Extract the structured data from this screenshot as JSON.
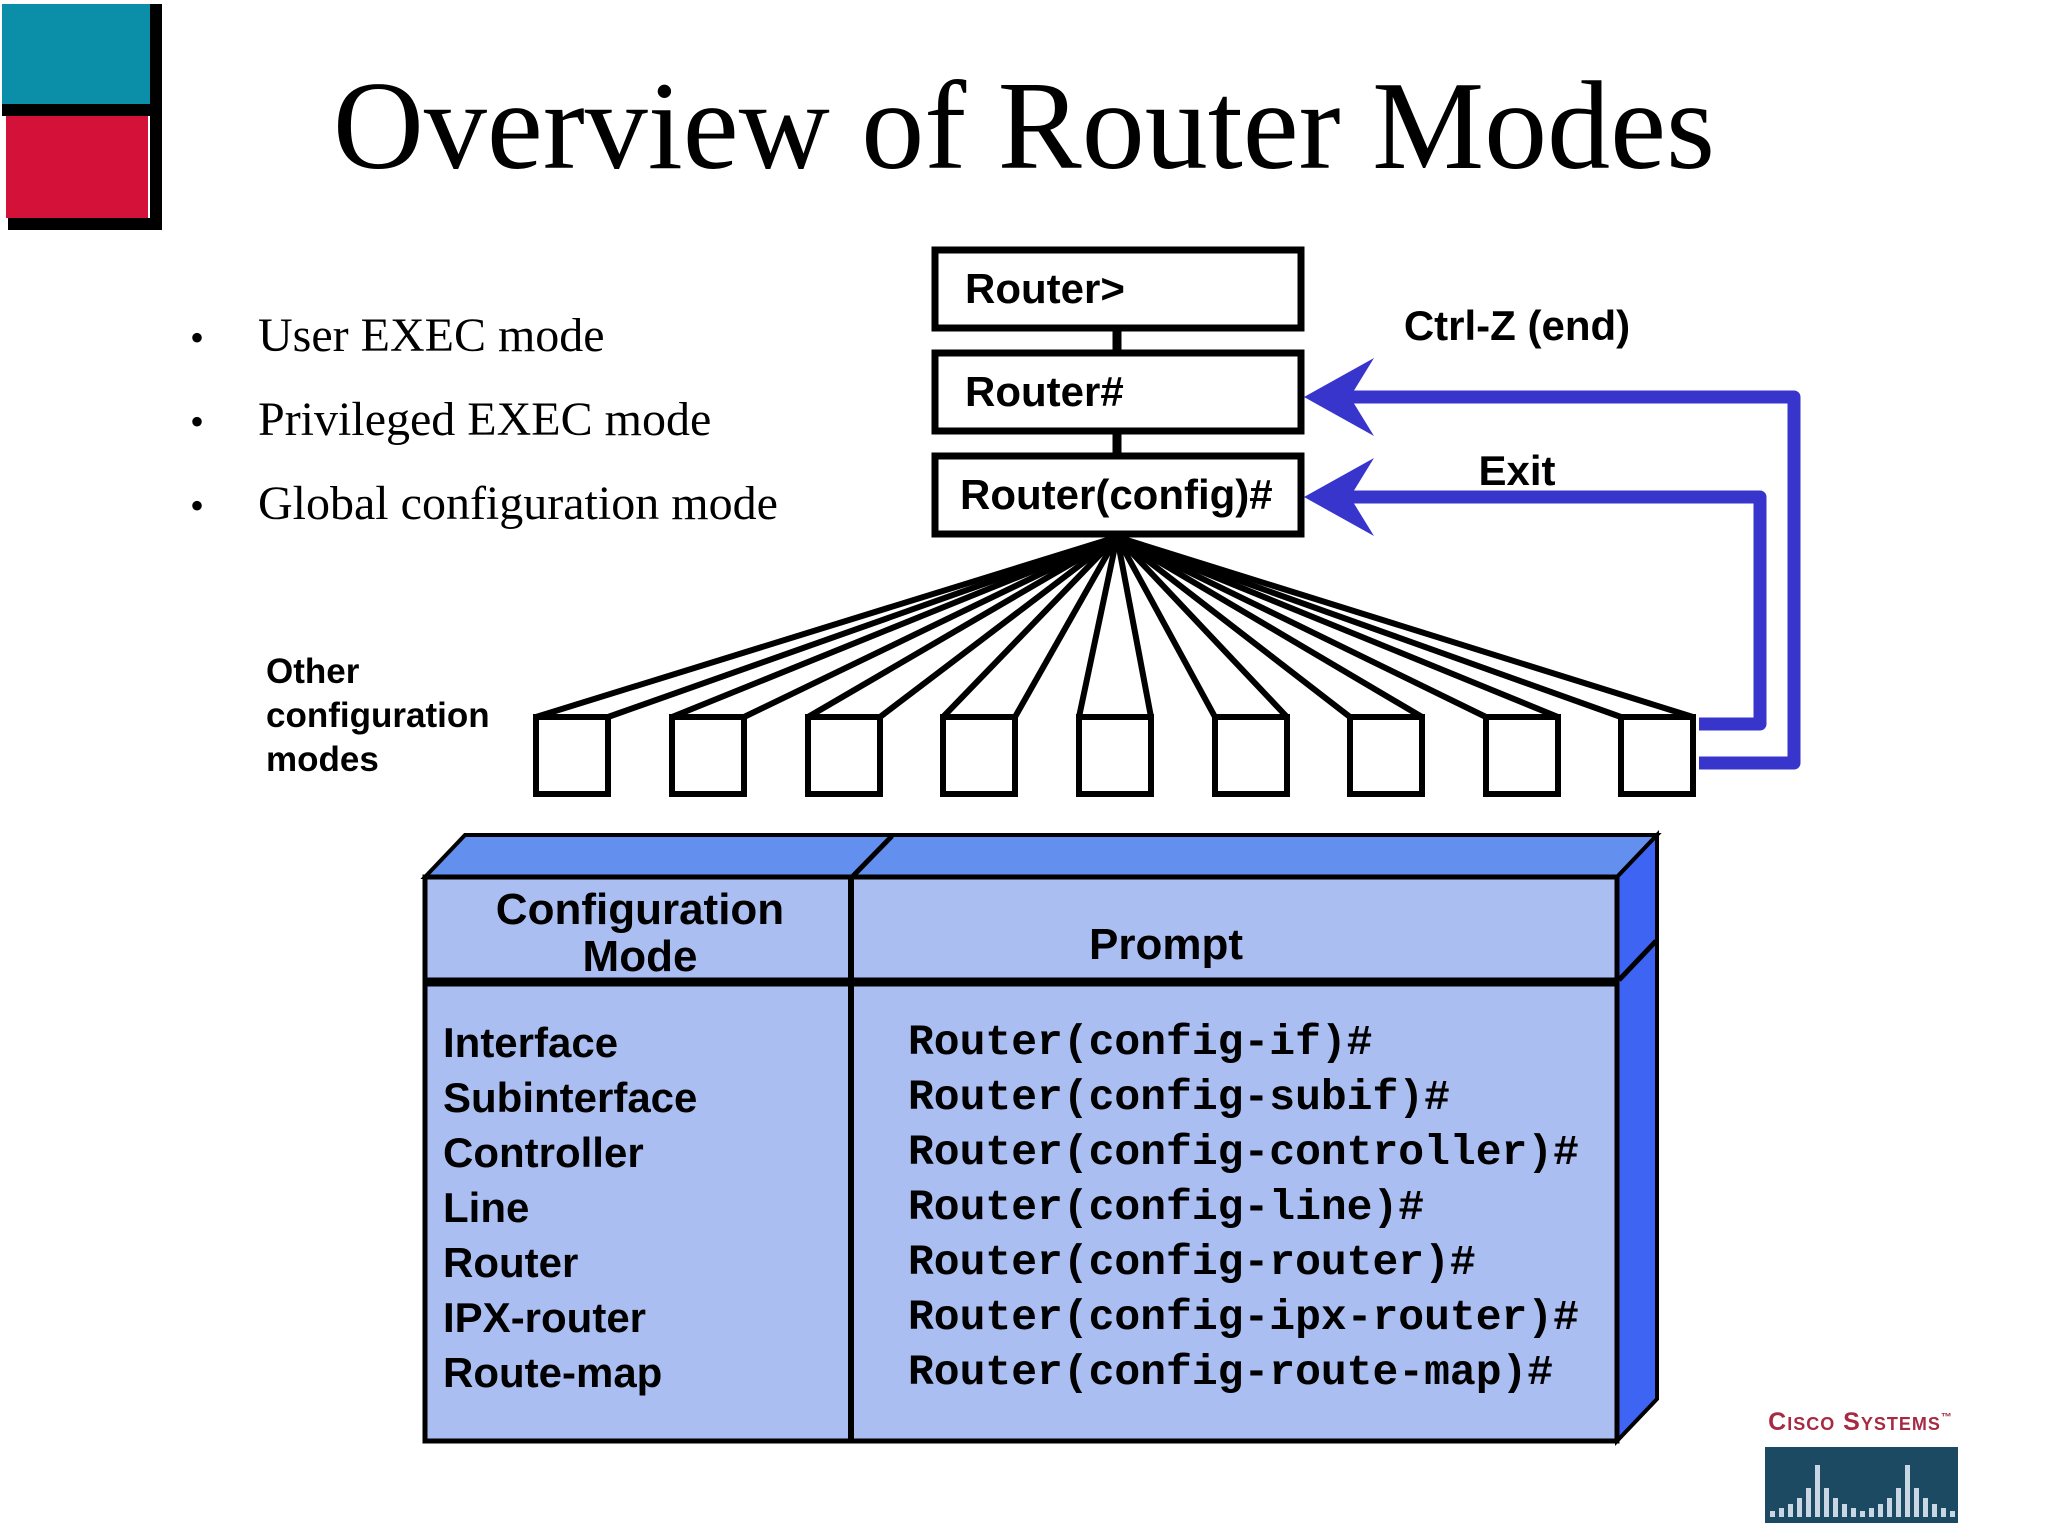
{
  "slide": {
    "title": "Overview of Router Modes"
  },
  "bullets": {
    "marker": "•",
    "items": [
      "User EXEC mode",
      "Privileged EXEC mode",
      "Global configuration mode"
    ]
  },
  "flow": {
    "nodes": [
      "Router>",
      "Router#",
      "Router(config)#"
    ],
    "ctrl_z_label": "Ctrl-Z (end)",
    "exit_label": "Exit",
    "other_modes_label": "Other configuration modes",
    "small_box_count": "9"
  },
  "table": {
    "col1_header": "Configuration Mode",
    "col2_header": "Prompt",
    "rows": [
      {
        "mode": "Interface",
        "prompt": "Router(config-if)#"
      },
      {
        "mode": "Subinterface",
        "prompt": "Router(config-subif)#"
      },
      {
        "mode": "Controller",
        "prompt": "Router(config-controller)#"
      },
      {
        "mode": "Line",
        "prompt": "Router(config-line)#"
      },
      {
        "mode": "Router",
        "prompt": "Router(config-router)#"
      },
      {
        "mode": "IPX-router",
        "prompt": "Router(config-ipx-router)#"
      },
      {
        "mode": "Route-map",
        "prompt": "Router(config-route-map)#"
      }
    ]
  },
  "branding": {
    "name": "Cisco Systems",
    "trademark": "™"
  },
  "colors": {
    "arrow_blue": "#3835cd",
    "table_front": "#aabef2",
    "table_top": "#6390ee",
    "table_side": "#3e64f3",
    "corner_teal": "#0b8fa9",
    "corner_crimson": "#d41239",
    "cisco_red": "#a62b42",
    "cisco_navy": "#1d4a63"
  }
}
